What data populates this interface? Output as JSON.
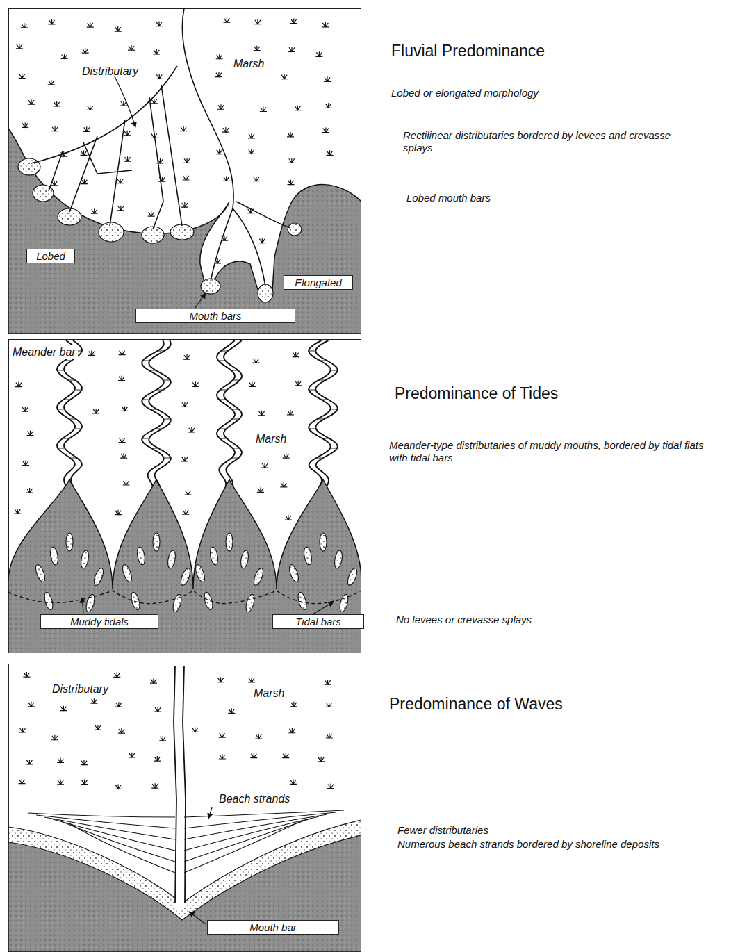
{
  "diagram": {
    "nodes": [
      {
        "text": [
          "Lobed"
        ]
      },
      {
        "text": [
          "Elongated"
        ]
      },
      {
        "text": [
          "Mouth bars"
        ]
      },
      {
        "text": [
          "Muddy tidals"
        ]
      },
      {
        "text": [
          "Tidal bars"
        ]
      },
      {
        "text": [
          "Mouth bar"
        ]
      }
    ],
    "labels": [
      "Fluvial Predominance",
      "Lobed or elongated morphology",
      "Rectilinear distributaries bordered by levees and crevasse splays",
      "Lobed mouth bars",
      "Distributary",
      "Marsh",
      "Predominance of Tides",
      "Meander-type distributaries of muddy mouths, bordered by tidal flats with tidal bars",
      "No levees or crevasse splays",
      "Meander bar",
      "Marsh",
      "Predominance of Waves",
      "Fewer distributaries",
      "Numerous beach strands bordered by shoreline deposits",
      "Distributary",
      "Marsh",
      "Beach strands"
    ]
  }
}
